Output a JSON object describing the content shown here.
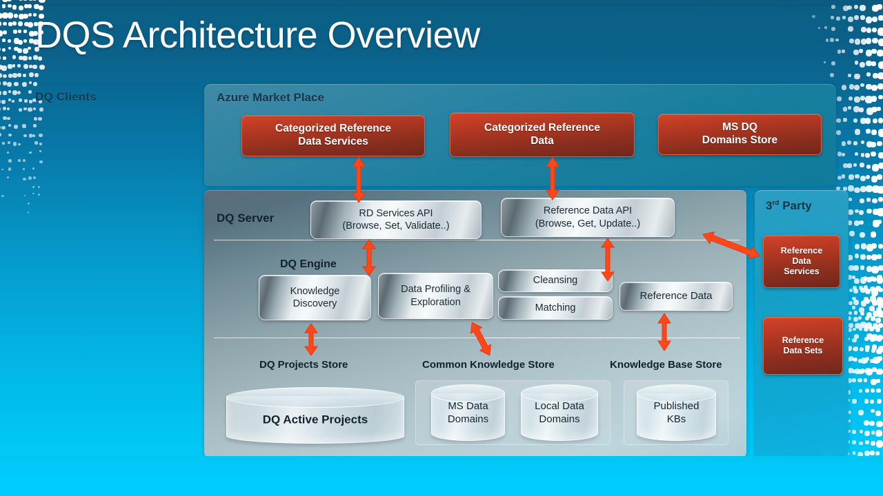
{
  "slide": {
    "title": "DQS Architecture Overview",
    "background_top_color": "#0b5f85",
    "background_bottom_color": "#00ccff",
    "accent_red": "#b23a22",
    "accent_arrow": "#ff4719"
  },
  "labels": {
    "dq_clients": "DQ Clients"
  },
  "azure_panel": {
    "title": "Azure Market Place",
    "boxes": [
      {
        "name": "categorized-reference-data-services",
        "label": "Categorized Reference\nData Services"
      },
      {
        "name": "categorized-reference-data",
        "label": "Categorized Reference\nData"
      },
      {
        "name": "ms-dq-domains-store",
        "label": "MS DQ\nDomains Store"
      }
    ]
  },
  "server_panel": {
    "title": "DQ Server",
    "engine_label": "DQ Engine",
    "api_boxes": [
      {
        "name": "rd-services-api",
        "label": "RD Services API\n(Browse, Set, Validate..)"
      },
      {
        "name": "reference-data-api",
        "label": "Reference Data API\n(Browse, Get, Update..)"
      }
    ],
    "engine_boxes": [
      {
        "name": "knowledge-discovery",
        "label": "Knowledge\nDiscovery"
      },
      {
        "name": "data-profiling-exploration",
        "label": "Data Profiling  &\nExploration"
      },
      {
        "name": "cleansing",
        "label": "Cleansing"
      },
      {
        "name": "matching",
        "label": "Matching"
      },
      {
        "name": "reference-data",
        "label": "Reference Data"
      }
    ],
    "store_labels": [
      {
        "name": "dq-projects-store",
        "label": "DQ Projects Store"
      },
      {
        "name": "common-knowledge-store",
        "label": "Common Knowledge  Store"
      },
      {
        "name": "knowledge-base-store",
        "label": "Knowledge Base Store"
      }
    ],
    "stores": [
      {
        "name": "dq-active-projects",
        "label": "DQ  Active Projects"
      },
      {
        "name": "ms-data-domains",
        "label": "MS Data\nDomains"
      },
      {
        "name": "local-data-domains",
        "label": "Local Data\nDomains"
      },
      {
        "name": "published-kbs",
        "label": "Published\nKBs"
      }
    ]
  },
  "third_party_panel": {
    "title_main": "3",
    "title_sup": "rd",
    "title_rest": " Party",
    "boxes": [
      {
        "name": "reference-data-services",
        "label": "Reference\nData\nServices"
      },
      {
        "name": "reference-data-sets",
        "label": "Reference\nData Sets"
      }
    ]
  }
}
